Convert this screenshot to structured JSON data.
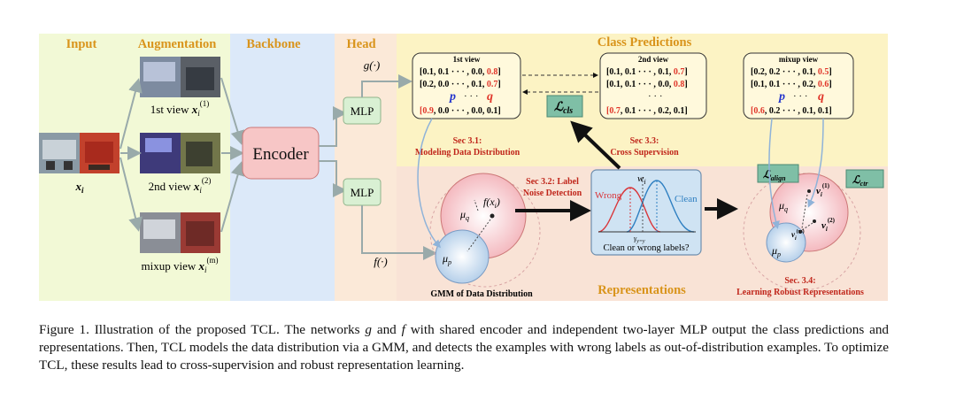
{
  "sections": {
    "input": "Input",
    "augmentation": "Augmentation",
    "backbone": "Backbone",
    "head": "Head",
    "class_predictions": "Class Predictions",
    "representations": "Representations"
  },
  "input": {
    "label": "x",
    "label_sub": "i"
  },
  "augmentation": {
    "views": [
      {
        "text": "1st view ",
        "var": "x",
        "sub": "i",
        "sup": "(1)"
      },
      {
        "text": "2nd view ",
        "var": "x",
        "sub": "i",
        "sup": "(2)"
      },
      {
        "text": "mixup view ",
        "var": "x",
        "sub": "i",
        "sup": "(m)"
      }
    ]
  },
  "backbone": {
    "encoder": "Encoder"
  },
  "head": {
    "mlp_top": "MLP",
    "mlp_bottom": "MLP",
    "g": "g(·)",
    "f": "f(·)"
  },
  "predictions": {
    "view1": {
      "title": "1st view",
      "rows": [
        {
          "main": "[0.1, 0.1 · · · , 0.0, ",
          "last": "0.8",
          "end": "]"
        },
        {
          "main": "[0.2, 0.0 · · · , 0.1, ",
          "last": "0.7",
          "end": "]"
        },
        {
          "first": "[0.9",
          "main": ", 0.0 · · · , 0.0, 0.1]"
        }
      ],
      "p": "p",
      "dots": "· · ·",
      "q": "q"
    },
    "view2": {
      "title": "2nd view",
      "rows": [
        {
          "main": "[0.1, 0.1 · · · , 0.1, ",
          "last": "0.7",
          "end": "]"
        },
        {
          "main": "[0.1, 0.1 · · · , 0.0, ",
          "last": "0.8",
          "end": "]"
        },
        {
          "first": "[0.7",
          "main": ", 0.1 · · · , 0.2, 0.1]"
        }
      ],
      "dots": "· · ·"
    },
    "mixup": {
      "title": "mixup view",
      "rows": [
        {
          "main": "[0.2, 0.2 · · · , 0.1, ",
          "last": "0.5",
          "end": "]"
        },
        {
          "main": "[0.1, 0.1 · · · , 0.2, ",
          "last": "0.6",
          "end": "]"
        },
        {
          "first": "[0.6",
          "main": ", 0.2 · · · , 0.1, 0.1]"
        }
      ],
      "p": "p",
      "dots": "· · ·",
      "q": "q"
    },
    "loss_cls": "ℒ",
    "loss_cls_sub": "cls"
  },
  "secs": {
    "s31_a": "Sec 3.1:",
    "s31_b": "Modeling Data Distribution",
    "s32_a": "Sec 3.2: Label",
    "s32_b": "Noise Detection",
    "s33_a": "Sec 3.3:",
    "s33_b": "Cross Supervision",
    "s34_a": "Sec. 3.4:",
    "s34_b": "Learning Robust Representations"
  },
  "gmm": {
    "caption": "GMM of Data Distribution",
    "mu_q": "μ",
    "mu_q_sub": "q",
    "mu_p": "μ",
    "mu_p_sub": "p",
    "fx": "f(x",
    "fx_sub": "i",
    "fx_end": ")"
  },
  "noise": {
    "wrong": "Wrong",
    "clean": "Clean",
    "w": "w",
    "w_sub": "i",
    "gamma": "γ",
    "gamma_sub": "y=y",
    "question": "Clean or wrong labels?"
  },
  "repr": {
    "loss_align": "ℒ",
    "loss_align_sub": "align",
    "loss_ctr": "ℒ",
    "loss_ctr_sub": "ctr",
    "mu_q": "μ",
    "mu_q_sub": "q",
    "mu_p": "μ",
    "mu_p_sub": "p",
    "v1": "v",
    "v1_sub": "i",
    "v1_sup": "(1)",
    "v2": "v",
    "v2_sub": "i",
    "v2_sup": "(2)",
    "vm": "v",
    "vm_sub": "i",
    "vm_sup": "(m)"
  },
  "caption": {
    "prefix": "Figure 1. Illustration of the proposed TCL. The networks ",
    "g": "g",
    "and": " and ",
    "f": "f",
    "rest": " with shared encoder and independent two-layer MLP output the class predictions and representations. Then, TCL models the data distribution via a GMM, and detects the examples with wrong labels as out-of-distribution examples. To optimize TCL, these results lead to cross-supervision and robust representation learning."
  },
  "colors": {
    "input_bg": "#f2f9d6",
    "backbone_bg": "#dce9f9",
    "head_bg": "#fbe9d8",
    "pred_bg": "#fcf3c4",
    "repr_bg": "#f9e3d6",
    "section_title": "#d9941b",
    "red": "#e0362a",
    "blue": "#2233cc",
    "mlp": "#d9f0d3",
    "encoder": "#f7c6c6",
    "loss_box": "#7fbfa6"
  }
}
